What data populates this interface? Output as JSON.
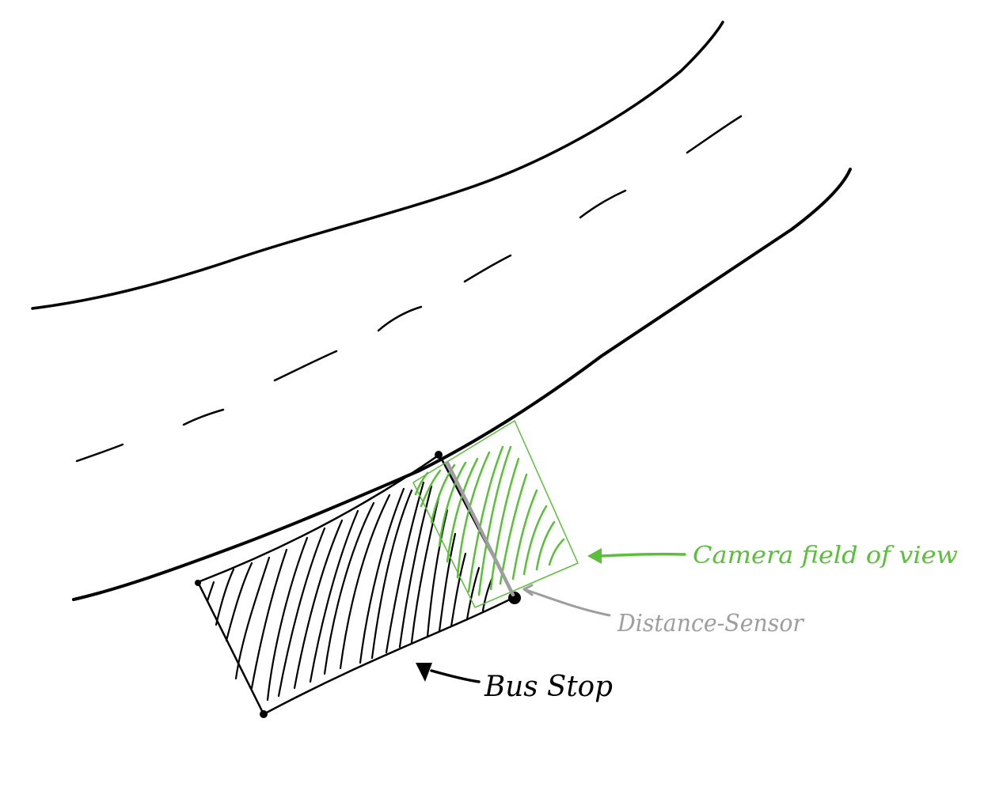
{
  "labels": {
    "camera_fov": "Camera field of view",
    "distance_sensor": "Distance-Sensor",
    "bus_stop": "Bus Stop"
  },
  "colors": {
    "ink": "#000000",
    "camera_green": "#5bbf3a",
    "sensor_gray": "#9e9e9e",
    "background": "#ffffff"
  }
}
